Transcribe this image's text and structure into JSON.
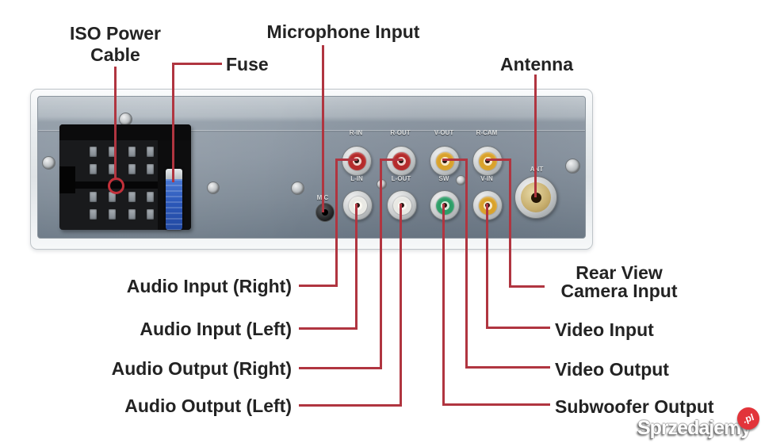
{
  "callouts": {
    "iso_power_cable": "ISO Power Cable",
    "fuse": "Fuse",
    "microphone_input": "Microphone Input",
    "antenna": "Antenna",
    "audio_input_right": "Audio Input (Right)",
    "audio_input_left": "Audio Input (Left)",
    "audio_output_right": "Audio Output (Right)",
    "audio_output_left": "Audio Output (Left)",
    "rear_view_camera_input": "Rear View Camera Input",
    "video_input": "Video Input",
    "video_output": "Video Output",
    "subwoofer_output": "Subwoofer Output"
  },
  "panel": {
    "jacks": [
      {
        "id": "r-in",
        "label": "R-IN",
        "color": "#b52b2b"
      },
      {
        "id": "r-out",
        "label": "R-OUT",
        "color": "#b52b2b"
      },
      {
        "id": "v-out",
        "label": "V-OUT",
        "color": "#d9a22b"
      },
      {
        "id": "r-cam",
        "label": "R-CAM",
        "color": "#d9a22b"
      },
      {
        "id": "l-in",
        "label": "L-IN",
        "color": "#e9e9e4"
      },
      {
        "id": "l-out",
        "label": "L-OUT",
        "color": "#e9e9e4"
      },
      {
        "id": "sw",
        "label": "SW",
        "color": "#2e9e68"
      },
      {
        "id": "v-in",
        "label": "V-IN",
        "color": "#d9a22b"
      }
    ],
    "mic_label": "MIC",
    "ant_label": "ANT"
  },
  "watermark": {
    "text": "Sprzedajemy",
    "badge": ".pl"
  },
  "colors": {
    "annotation_line": "#b03540",
    "label_text": "#232323",
    "marker_circle": "#c2303a"
  }
}
